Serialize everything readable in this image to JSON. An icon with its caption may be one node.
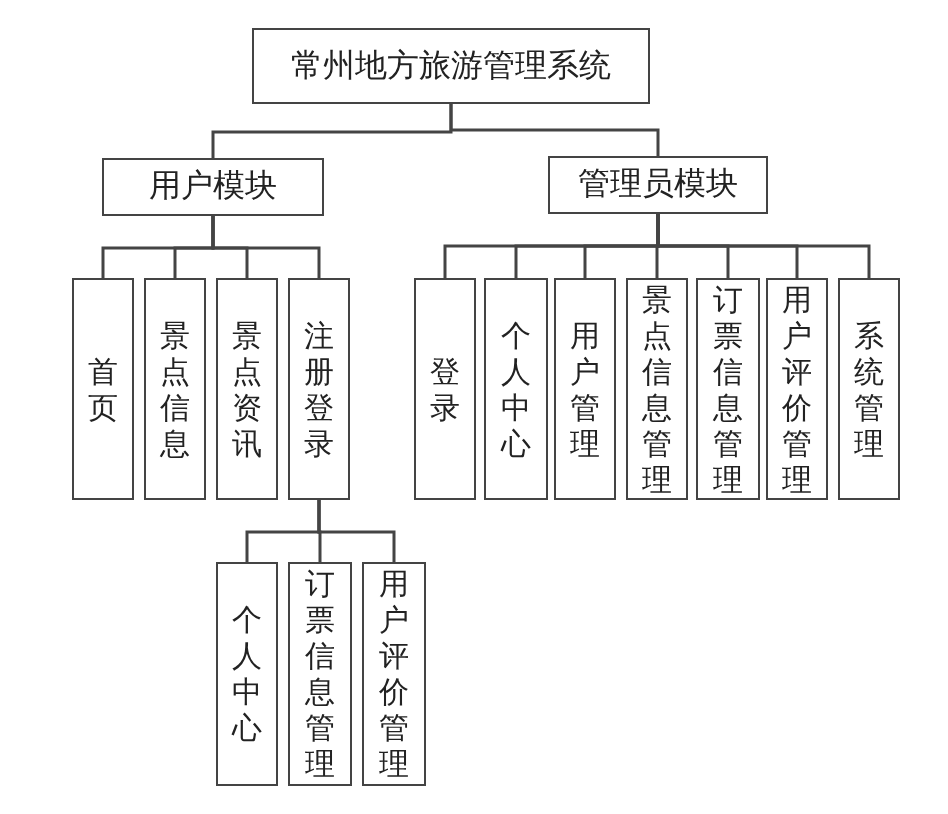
{
  "diagram": {
    "nodes": [
      {
        "text": [
          "常州地方旅游管理系统"
        ]
      },
      {
        "text": [
          "用户模块"
        ]
      },
      {
        "text": [
          "管理员模块"
        ]
      },
      {
        "text": [
          "首页"
        ]
      },
      {
        "text": [
          "景点信息"
        ]
      },
      {
        "text": [
          "景点资讯"
        ]
      },
      {
        "text": [
          "注册登录"
        ]
      },
      {
        "text": [
          "登录"
        ]
      },
      {
        "text": [
          "个人中心"
        ]
      },
      {
        "text": [
          "用户管理"
        ]
      },
      {
        "text": [
          "景点信息管理"
        ]
      },
      {
        "text": [
          "订票信息管理"
        ]
      },
      {
        "text": [
          "用户评价管理"
        ]
      },
      {
        "text": [
          "系统管理"
        ]
      },
      {
        "text": [
          "个人中心"
        ]
      },
      {
        "text": [
          "订票信息管理"
        ]
      },
      {
        "text": [
          "用户评价管理"
        ]
      }
    ],
    "edges": [
      {
        "from": 0,
        "to": 1,
        "arrow": "none"
      },
      {
        "from": 0,
        "to": 2,
        "arrow": "none"
      },
      {
        "from": 1,
        "to": 3,
        "arrow": "none"
      },
      {
        "from": 1,
        "to": 4,
        "arrow": "none"
      },
      {
        "from": 1,
        "to": 5,
        "arrow": "none"
      },
      {
        "from": 1,
        "to": 6,
        "arrow": "none"
      },
      {
        "from": 2,
        "to": 7,
        "arrow": "none"
      },
      {
        "from": 2,
        "to": 8,
        "arrow": "none"
      },
      {
        "from": 2,
        "to": 9,
        "arrow": "none"
      },
      {
        "from": 2,
        "to": 10,
        "arrow": "none"
      },
      {
        "from": 2,
        "to": 11,
        "arrow": "none"
      },
      {
        "from": 2,
        "to": 12,
        "arrow": "none"
      },
      {
        "from": 2,
        "to": 13,
        "arrow": "none"
      },
      {
        "from": 6,
        "to": 14,
        "arrow": "none"
      },
      {
        "from": 6,
        "to": 15,
        "arrow": "none"
      },
      {
        "from": 6,
        "to": 16,
        "arrow": "none"
      }
    ]
  }
}
